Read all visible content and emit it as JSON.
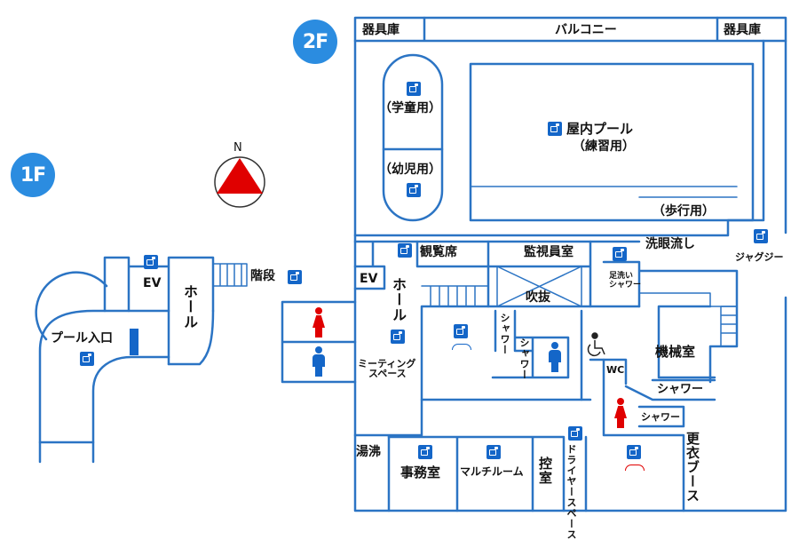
{
  "floors": {
    "first": {
      "badge": "1F",
      "labels": {
        "ev": "EV",
        "hall": "ホール",
        "stairs": "階段",
        "pool_entrance": "プール入口"
      }
    },
    "second": {
      "badge": "2F",
      "labels": {
        "storage_left": "器具庫",
        "balcony": "バルコニー",
        "storage_right": "器具庫",
        "children_pool": "（学童用）",
        "infant_pool": "（幼児用）",
        "indoor_pool": "屋内プール",
        "indoor_pool_sub": "（練習用）",
        "walking": "（歩行用）",
        "gallery": "観覧席",
        "monitor_room": "監視員室",
        "eyewash": "洗眼流し",
        "jacuzzi": "ジャグジー",
        "ev": "EV",
        "hall": "ホール",
        "foot_wash_1": "足洗い",
        "foot_wash_2": "シャワー",
        "atrium": "吹抜",
        "shower_a": "シャワー",
        "shower_b": "シャワー",
        "machine_room": "機械室",
        "shower_c": "シャワー",
        "wc": "WC",
        "shower_d": "シャワー",
        "meeting_1": "ミーティング",
        "meeting_2": "スペース",
        "kettle": "湯沸",
        "office": "事務室",
        "multi_room": "マルチルーム",
        "waiting": "控室",
        "dryer": "ドライヤースペース",
        "changing": "更衣ブース"
      }
    }
  },
  "compass": {
    "label": "N"
  },
  "colors": {
    "wall": "#2b74c4",
    "badge": "#2b8ce0",
    "icon": "#1466c8",
    "compass": "#e00000",
    "female": "#e00000",
    "male": "#1466c8"
  }
}
